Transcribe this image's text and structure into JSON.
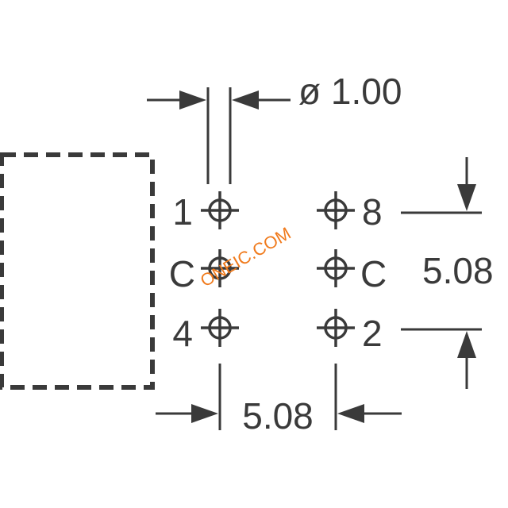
{
  "diagram": {
    "ink_color": "#3a3a3a",
    "watermark_color": "#f07a1c",
    "hole_diameter_label": "ø 1.00",
    "pins": {
      "left_top": "1",
      "left_middle": "C",
      "left_bottom": "4",
      "right_top": "8",
      "right_middle": "C",
      "right_bottom": "2"
    },
    "vertical_pitch_label": "5.08",
    "horizontal_pitch_label": "5.08",
    "watermark": "ONEIC.COM"
  }
}
